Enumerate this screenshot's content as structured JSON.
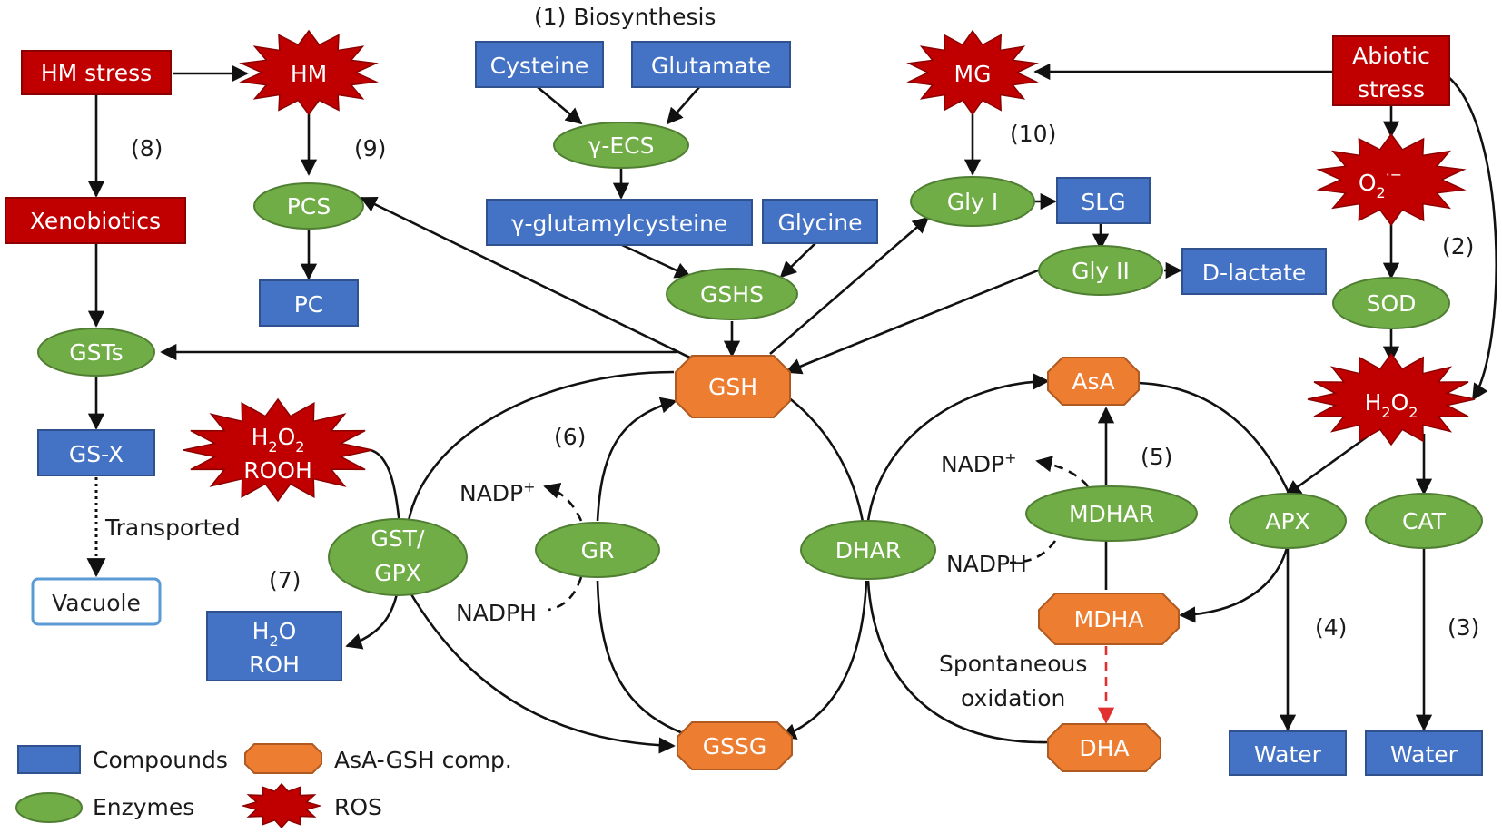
{
  "section_labels": {
    "biosynthesis": "(1) Biosynthesis",
    "n2": "(2)",
    "n3": "(3)",
    "n4": "(4)",
    "n5": "(5)",
    "n6": "(6)",
    "n7": "(7)",
    "n8": "(8)",
    "n9": "(9)",
    "n10": "(10)"
  },
  "stressors": {
    "hm_stress": "HM stress",
    "xenobiotics": "Xenobiotics",
    "abiotic_line1": "Abiotic",
    "abiotic_line2": "stress"
  },
  "ros": {
    "hm": "HM",
    "mg": "MG",
    "superoxide": "O",
    "superoxide_sub": "2",
    "superoxide_sup": "·−",
    "h2o2_a": "H",
    "h2o2_sub1": "2",
    "h2o2_b": "O",
    "h2o2_sub2": "2",
    "rooh": "ROOH"
  },
  "compounds": {
    "cysteine": "Cysteine",
    "glutamate": "Glutamate",
    "glutamylcysteine": "γ-glutamylcysteine",
    "glycine": "Glycine",
    "pc": "PC",
    "slg": "SLG",
    "d_lactate": "D-lactate",
    "gsx": "GS-X",
    "water_h": "H",
    "water_sub": "2",
    "water_o": "O",
    "roh": "ROH",
    "water1": "Water",
    "water2": "Water"
  },
  "enzymes": {
    "gecs": "γ-ECS",
    "pcs": "PCS",
    "gshs": "GSHS",
    "gly1": "Gly I",
    "gly2": "Gly II",
    "sod": "SOD",
    "gsts": "GSTs",
    "gst_gpx_line1": "GST/",
    "gst_gpx_line2": "GPX",
    "gr": "GR",
    "dhar": "DHAR",
    "mdhar": "MDHAR",
    "apx": "APX",
    "cat": "CAT"
  },
  "asa_gsh": {
    "gsh": "GSH",
    "gssg": "GSSG",
    "asa": "AsA",
    "mdha": "MDHA",
    "dha": "DHA"
  },
  "cofactors": {
    "nadp_gr": "NADP",
    "nadp_gr_sup": "+",
    "nadph_gr": "NADPH",
    "nadp_mdhar": "NADP",
    "nadp_mdhar_sup": "+",
    "nadph_mdhar": "NADPH"
  },
  "other": {
    "vacuole": "Vacuole",
    "transported": "Transported",
    "spontaneous_line1": "Spontaneous",
    "spontaneous_line2": "oxidation"
  },
  "legend": {
    "compounds": "Compounds",
    "enzymes": "Enzymes",
    "asa_gsh_comp": "AsA-GSH comp.",
    "ros": "ROS"
  },
  "colors": {
    "compound": "#4472c4",
    "enzyme": "#70ad47",
    "asa_gsh": "#ed7d31",
    "ros": "#c00000",
    "vacuole_border": "#5b9bd5",
    "spontaneous_arrow": "#e03030"
  }
}
